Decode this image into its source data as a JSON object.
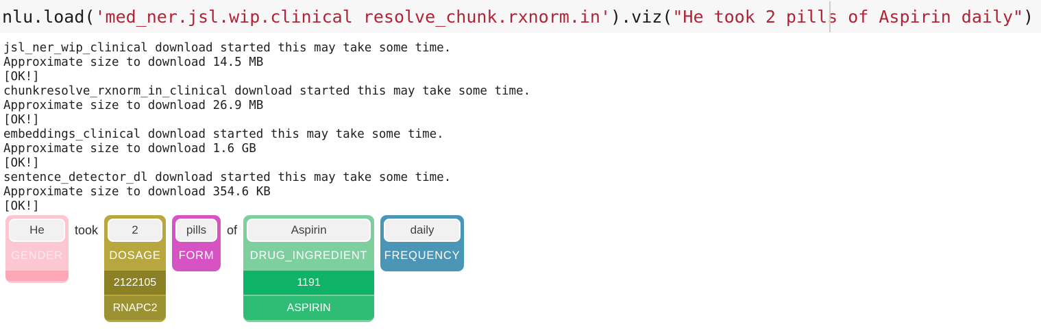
{
  "colors": {
    "cell_background": "#f7f7f7",
    "code_plain": "#1b1b1b",
    "code_string": "#b02437",
    "console_text": "#1f1f1f",
    "gender_card": "#fdc7d1",
    "gender_empty_row": "#fda6b6",
    "dosage_card": "#b7a73e",
    "form_card": "#d553c3",
    "drug_ingredient_card": "#7dcf9d",
    "frequency_card": "#4b96b6"
  },
  "code": {
    "func_open": "nlu.load(",
    "model_string": "'med_ner.jsl.wip.clinical resolve_chunk.rxnorm.in'",
    "viz_call": ").viz(",
    "text_string": "\"He took 2 pills of Aspirin daily\"",
    "close_paren": ")"
  },
  "console_lines": [
    "jsl_ner_wip_clinical download started this may take some time.",
    "Approximate size to download 14.5 MB",
    "[OK!]",
    "chunkresolve_rxnorm_in_clinical download started this may take some time.",
    "Approximate size to download 26.9 MB",
    "[OK!]",
    "embeddings_clinical download started this may take some time.",
    "Approximate size to download 1.6 GB",
    "[OK!]",
    "sentence_detector_dl download started this may take some time.",
    "Approximate size to download 354.6 KB",
    "[OK!]"
  ],
  "viz": {
    "sequence": [
      {
        "type": "entity",
        "token": "He",
        "label": "GENDER",
        "card_color": "#fdc7d1",
        "label_color": "#ffe9ee",
        "width": 92,
        "rows": [],
        "empty_row_color": "#fda6b6"
      },
      {
        "type": "word",
        "text": "took"
      },
      {
        "type": "entity",
        "token": "2",
        "label": "DOSAGE",
        "card_color": "#b7a73e",
        "label_color": "#ffffff",
        "width": 90,
        "rows": [
          {
            "text": "2122105",
            "color": "#8b8023"
          },
          {
            "text": "RNAPC2",
            "color": "#9c9231"
          }
        ]
      },
      {
        "type": "entity",
        "token": "pills",
        "label": "FORM",
        "card_color": "#d553c3",
        "label_color": "#ffffff",
        "width": 71,
        "rows": []
      },
      {
        "type": "word",
        "text": "of"
      },
      {
        "type": "entity",
        "token": "Aspirin",
        "label": "DRUG_INGREDIENT",
        "card_color": "#7dcf9d",
        "label_color": "#ffffff",
        "width": 191,
        "rows": [
          {
            "text": "1191",
            "color": "#0eb367"
          },
          {
            "text": "ASPIRIN",
            "color": "#2fbd75"
          }
        ]
      },
      {
        "type": "entity",
        "token": "daily",
        "label": "FREQUENCY",
        "card_color": "#4b96b6",
        "label_color": "#ffffff",
        "width": 122,
        "rows": []
      }
    ]
  }
}
